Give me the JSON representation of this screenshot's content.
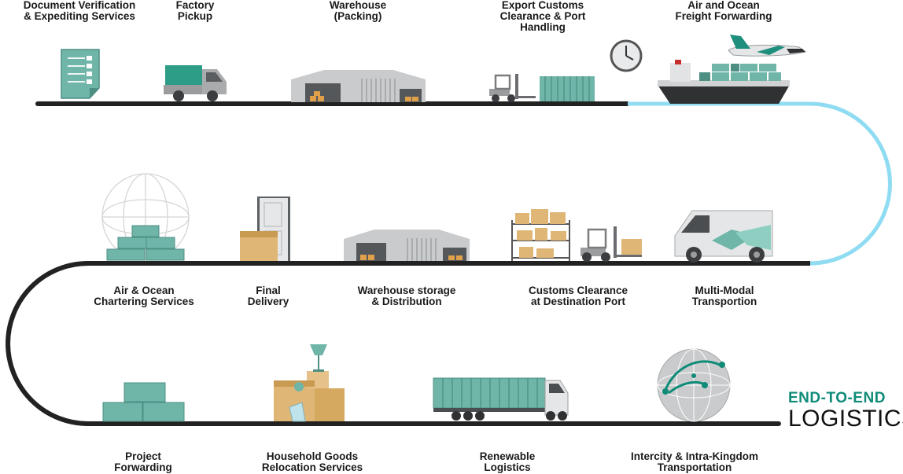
{
  "steps": {
    "doc_verification": "Document Verification\n& Expediting Services",
    "factory_pickup": "Factory\nPickup",
    "warehouse_packing": "Warehouse\n(Packing)",
    "export_customs": "Export Customs\nClearance & Port\nHandling",
    "air_ocean_freight": "Air and Ocean\nFreight Forwarding",
    "multi_modal": "Multi-Modal\nTransportion",
    "customs_destination": "Customs Clearance\nat Destination Port",
    "warehouse_storage": "Warehouse storage\n& Distribution",
    "final_delivery": "Final\nDelivery",
    "chartering": "Air & Ocean\nChartering Services",
    "project_forwarding": "Project\nForwarding",
    "household_goods": "Household Goods\nRelocation Services",
    "renewable_logistics": "Renewable\nLogistics",
    "intercity": "Intercity & Intra-Kingdom\nTransportation"
  },
  "brand": {
    "line1": "END-TO-END",
    "line2": "LOGISTICS"
  },
  "colors": {
    "track_dark": "#222222",
    "track_light": "#8fdcf2",
    "accent": "#0f8b78",
    "container": "#6fb5a8",
    "grey": "#c9cbcc"
  }
}
